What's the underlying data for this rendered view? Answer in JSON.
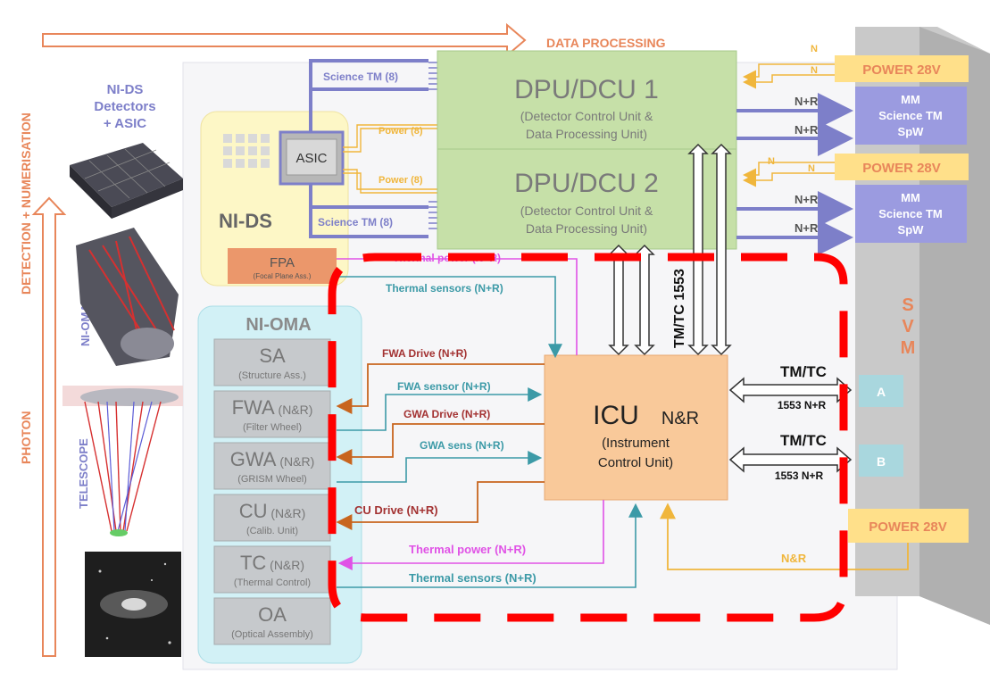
{
  "side_labels": {
    "data_processing": "DATA PROCESSING",
    "detection": "DETECTION + NUMERISATION",
    "photon": "PHOTON",
    "ni_ds_detectors_1": "NI-DS",
    "ni_ds_detectors_2": "Detectors",
    "ni_ds_detectors_3": "+ ASIC",
    "ni_oma_side": "NI-OMA",
    "telescope": "TELESCOPE"
  },
  "ni_ds": {
    "title": "NI-DS",
    "asic": "ASIC",
    "fpa": "FPA",
    "fpa_sub": "(Focal Plane Ass.)",
    "science_tm_1": "Science TM (8)",
    "science_tm_2": "Science TM (8)",
    "power_1": "Power (8)",
    "power_2": "Power (8)"
  },
  "dpu1": {
    "title": "DPU/DCU 1",
    "line1": "(Detector Control Unit &",
    "line2": "Data Processing Unit)"
  },
  "dpu2": {
    "title": "DPU/DCU 2",
    "line1": "(Detector Control Unit &",
    "line2": "Data Processing Unit)"
  },
  "tmtc_1553": "TM/TC 1553",
  "right_panel": {
    "power_1": "POWER 28V",
    "power_2": "POWER 28V",
    "power_3": "POWER 28V",
    "mm1": [
      "MM",
      "Science TM",
      "SpW"
    ],
    "mm2": [
      "MM",
      "Science TM",
      "SpW"
    ],
    "n_labels": [
      "N",
      "N",
      "N",
      "N"
    ],
    "nr_labels": [
      "N+R",
      "N+R",
      "N+R",
      "N+R"
    ],
    "svm": [
      "S",
      "V",
      "M"
    ],
    "port_a": "A",
    "port_b": "B",
    "tmtc_a": "TM/TC",
    "tmtc_a_sub": "1553 N+R",
    "tmtc_b": "TM/TC",
    "tmtc_b_sub": "1553 N+R",
    "nr_power": "N&R"
  },
  "icu": {
    "title": "ICU",
    "suffix": "N&R",
    "line1": "(Instrument",
    "line2": "Control Unit)"
  },
  "ni_oma": {
    "title": "NI-OMA",
    "blocks": [
      {
        "name": "SA",
        "tag": "",
        "sub": "(Structure Ass.)"
      },
      {
        "name": "FWA",
        "tag": "(N&R)",
        "sub": "(Filter Wheel)"
      },
      {
        "name": "GWA",
        "tag": "(N&R)",
        "sub": "(GRISM Wheel)"
      },
      {
        "name": "CU",
        "tag": "(N&R)",
        "sub": "(Calib. Unit)"
      },
      {
        "name": "TC",
        "tag": "(N&R)",
        "sub": "(Thermal Control)"
      },
      {
        "name": "OA",
        "tag": "",
        "sub": "(Optical Assembly)"
      }
    ]
  },
  "links": {
    "thermal_power_top": "Thermal power (N+R)",
    "thermal_sensors_top": "Thermal sensors (N+R)",
    "fwa_drive": "FWA Drive (N+R)",
    "fwa_sensor": "FWA sensor (N+R)",
    "gwa_drive": "GWA Drive (N+R)",
    "gwa_sens": "GWA sens (N+R)",
    "cu_drive": "CU Drive (N+R)",
    "thermal_power": "Thermal power (N+R)",
    "thermal_sensors": "Thermal sensors (N+R)"
  },
  "colors": {
    "orange": "#e8865a",
    "purple": "#7d7fc9",
    "green_box": "#c6e0a8",
    "yellow_box": "#ffe08a",
    "icu_box": "#f9c99a",
    "teal": "#3c9aa7",
    "dark_red": "#a33232",
    "magenta": "#e052e6",
    "red_dash": "#ff0000"
  }
}
